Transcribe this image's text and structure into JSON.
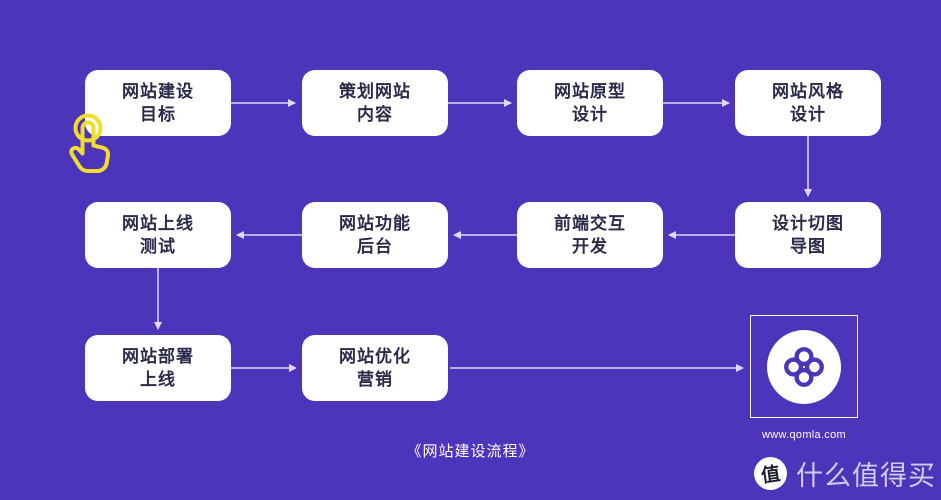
{
  "caption": "《网站建设流程》",
  "nodes": [
    {
      "id": "goal",
      "line1": "网站建设",
      "line2": "目标"
    },
    {
      "id": "plan",
      "line1": "策划网站",
      "line2": "内容"
    },
    {
      "id": "prototype",
      "line1": "网站原型",
      "line2": "设计"
    },
    {
      "id": "style",
      "line1": "网站风格",
      "line2": "设计"
    },
    {
      "id": "test",
      "line1": "网站上线",
      "line2": "测试"
    },
    {
      "id": "backend",
      "line1": "网站功能",
      "line2": "后台"
    },
    {
      "id": "frontend",
      "line1": "前端交互",
      "line2": "开发"
    },
    {
      "id": "slicing",
      "line1": "设计切图",
      "line2": "导图"
    },
    {
      "id": "deploy",
      "line1": "网站部署",
      "line2": "上线"
    },
    {
      "id": "marketing",
      "line1": "网站优化",
      "line2": "营销"
    }
  ],
  "flow_order": [
    "网站建设目标",
    "策划网站内容",
    "网站原型设计",
    "网站风格设计",
    "设计切图导图",
    "前端交互开发",
    "网站功能后台",
    "网站上线测试",
    "网站部署上线",
    "网站优化营销"
  ],
  "logo": {
    "url_text": "www.qomla.com"
  },
  "watermark": {
    "badge_char": "值",
    "brand_text": "什么值得买"
  },
  "colors": {
    "background": "#4c34bb",
    "node_background": "#ffffff",
    "node_text": "#2a2a4a",
    "connector": "#ded9f6",
    "hand_cursor": "#f0dd2e"
  }
}
